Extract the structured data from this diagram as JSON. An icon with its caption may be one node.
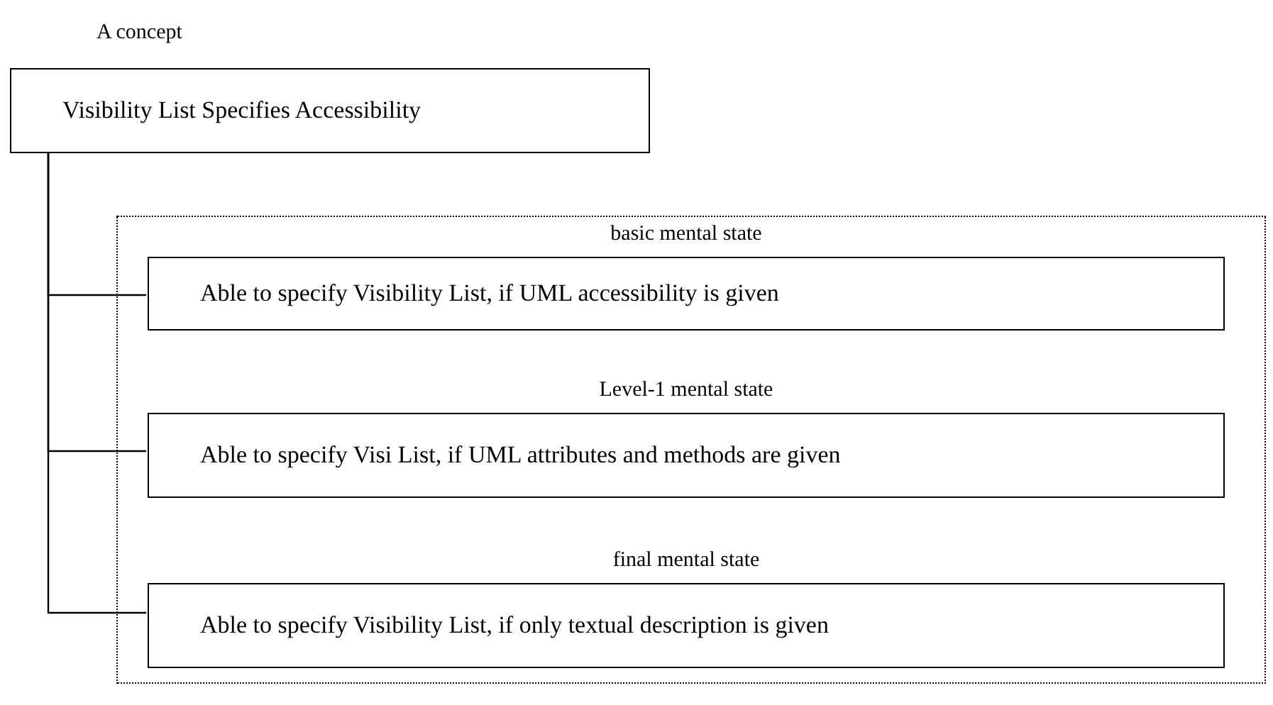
{
  "diagram": {
    "nodes": [
      {
        "text": [
          "A concept",
          "Visibility List Specifies Accessibility"
        ]
      },
      {
        "text": [],
        "shape": "box"
      },
      {
        "text": [
          "basic mental state",
          "Able to specify Visibility List, if UML accessibility is given"
        ],
        "in": 1
      },
      {
        "text": [
          "Level-1 mental state",
          "Able to specify Visi List, if UML attributes and methods are given"
        ],
        "in": 1
      },
      {
        "text": [
          "final  mental state",
          "Able to specify Visibility List, if only textual description is given"
        ],
        "in": 1
      }
    ],
    "edges": [
      {
        "from": 0,
        "to": 2,
        "arrow": "none"
      },
      {
        "from": 0,
        "to": 3,
        "arrow": "none"
      },
      {
        "from": 0,
        "to": 4,
        "arrow": "none"
      }
    ]
  }
}
